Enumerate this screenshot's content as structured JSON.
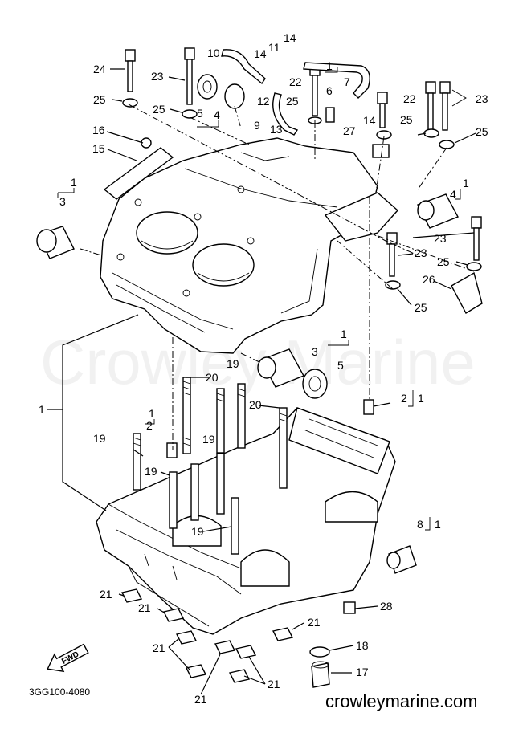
{
  "watermark": "Crowley Marine",
  "footer": {
    "drawing_code": "3GG100-4080",
    "site": "crowleymarine.com"
  },
  "fwd_label": "FWD",
  "callouts": [
    {
      "id": "c24",
      "text": "24"
    },
    {
      "id": "c23a",
      "text": "23"
    },
    {
      "id": "c10",
      "text": "10"
    },
    {
      "id": "c14a",
      "text": "14"
    },
    {
      "id": "c11",
      "text": "11"
    },
    {
      "id": "c14b",
      "text": "14"
    },
    {
      "id": "c1a",
      "text": "1"
    },
    {
      "id": "c22a",
      "text": "22"
    },
    {
      "id": "c7",
      "text": "7"
    },
    {
      "id": "c6",
      "text": "6"
    },
    {
      "id": "c22b",
      "text": "22"
    },
    {
      "id": "c23b",
      "text": "23"
    },
    {
      "id": "c25a",
      "text": "25"
    },
    {
      "id": "c25b",
      "text": "25"
    },
    {
      "id": "c5a",
      "text": "5"
    },
    {
      "id": "c4a",
      "text": "4"
    },
    {
      "id": "c12",
      "text": "12"
    },
    {
      "id": "c9",
      "text": "9"
    },
    {
      "id": "c25c",
      "text": "25"
    },
    {
      "id": "c14c",
      "text": "14"
    },
    {
      "id": "c13",
      "text": "13"
    },
    {
      "id": "c27",
      "text": "27"
    },
    {
      "id": "c25d",
      "text": "25"
    },
    {
      "id": "c25e",
      "text": "25"
    },
    {
      "id": "c16",
      "text": "16"
    },
    {
      "id": "c15",
      "text": "15"
    },
    {
      "id": "c1b",
      "text": "1"
    },
    {
      "id": "c3a",
      "text": "3"
    },
    {
      "id": "c1c",
      "text": "1"
    },
    {
      "id": "c4b",
      "text": "4"
    },
    {
      "id": "c23c",
      "text": "23"
    },
    {
      "id": "c23d",
      "text": "23"
    },
    {
      "id": "c25f",
      "text": "25"
    },
    {
      "id": "c26",
      "text": "26"
    },
    {
      "id": "c25g",
      "text": "25"
    },
    {
      "id": "c1d",
      "text": "1"
    },
    {
      "id": "c3b",
      "text": "3"
    },
    {
      "id": "c5b",
      "text": "5"
    },
    {
      "id": "c20a",
      "text": "20"
    },
    {
      "id": "c19a",
      "text": "19"
    },
    {
      "id": "c2a",
      "text": "2"
    },
    {
      "id": "c1e",
      "text": "1"
    },
    {
      "id": "c1f",
      "text": "1"
    },
    {
      "id": "c20b",
      "text": "20"
    },
    {
      "id": "c1g",
      "text": "1"
    },
    {
      "id": "c2b",
      "text": "2"
    },
    {
      "id": "c19b",
      "text": "19"
    },
    {
      "id": "c19c",
      "text": "19"
    },
    {
      "id": "c19d",
      "text": "19"
    },
    {
      "id": "c8",
      "text": "8"
    },
    {
      "id": "c1h",
      "text": "1"
    },
    {
      "id": "c19e",
      "text": "19"
    },
    {
      "id": "c21a",
      "text": "21"
    },
    {
      "id": "c28",
      "text": "28"
    },
    {
      "id": "c21b",
      "text": "21"
    },
    {
      "id": "c21c",
      "text": "21"
    },
    {
      "id": "c18",
      "text": "18"
    },
    {
      "id": "c21d",
      "text": "21"
    },
    {
      "id": "c17",
      "text": "17"
    },
    {
      "id": "c21e",
      "text": "21"
    },
    {
      "id": "c21f",
      "text": "21"
    }
  ]
}
